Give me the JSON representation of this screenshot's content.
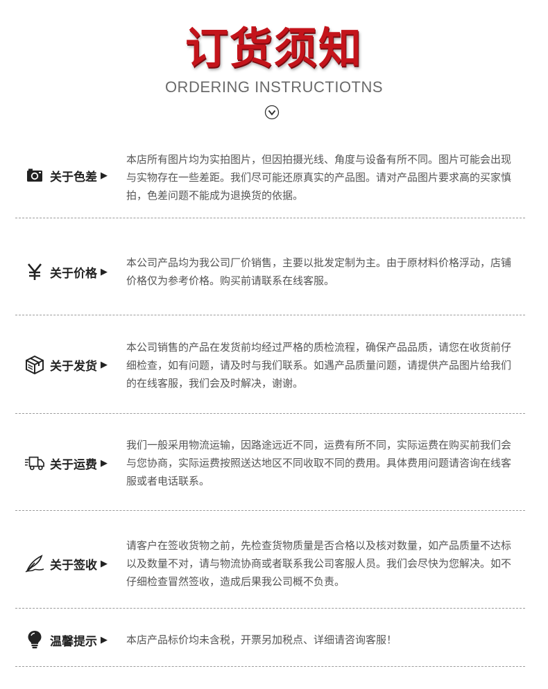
{
  "header": {
    "title": "订货须知",
    "subtitle": "ORDERING INSTRUCTIOTNS"
  },
  "sections": [
    {
      "icon": "camera-icon",
      "title": "关于色差",
      "text": "本店所有图片均为实拍图片，但因拍摄光线、角度与设备有所不同。图片可能会出现与实物存在一些差距。我们尽可能还原真实的产品图。请对产品图片要求高的买家慎拍，色差问题不能成为退换货的依据。"
    },
    {
      "icon": "yen-icon",
      "title": "关于价格",
      "text": "本公司产品均为我公司厂价销售，主要以批发定制为主。由于原材料价格浮动，店铺价格仅为参考价格。购买前请联系在线客服。"
    },
    {
      "icon": "package-icon",
      "title": "关于发货",
      "text": "本公司销售的产品在发货前均经过严格的质检流程，确保产品品质，请您在收货前仔细检查，如有问题，请及时与我们联系。如遇产品质量问题，请提供产品图片给我们的在线客服，我们会及时解决，谢谢。"
    },
    {
      "icon": "truck-icon",
      "title": "关于运费",
      "text": "我们一般采用物流运输，因路途远近不同，运费有所不同，实际运费在购买前我们会与您协商，实际运费按照送达地区不同收取不同的费用。具体费用问题请咨询在线客服或者电话联系。"
    },
    {
      "icon": "pen-icon",
      "title": "关于签收",
      "text": "请客户在签收货物之前，先检查货物质量是否合格以及核对数量，如产品质量不达标以及数量不对，请与物流协商或者联系我公司客服人员。我们会尽快为您解决。如不仔细检查冒然签收，造成后果我公司概不负责。"
    },
    {
      "icon": "lightbulb-icon",
      "title": "温馨提示",
      "text": "本店产品标价均未含税，开票另加税点、详细请咨询客服！"
    }
  ],
  "arrow_glyph": "▶"
}
